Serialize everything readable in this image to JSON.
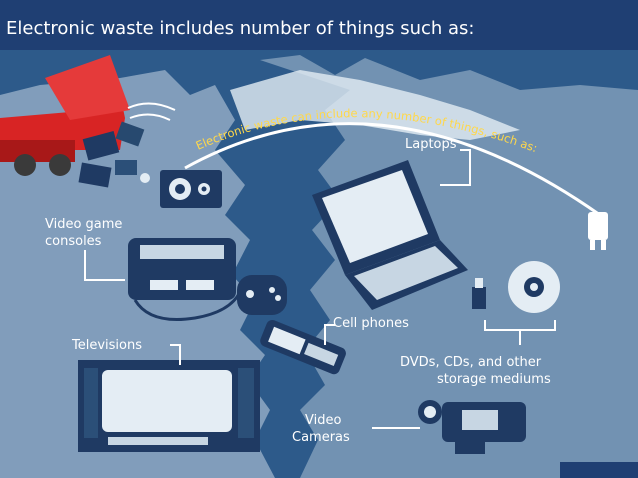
{
  "slide": {
    "title": "Electronic waste includes number of things such as:"
  },
  "illustration": {
    "banner": "Electronic waste can include any number of things, such as:",
    "labels": {
      "laptops": "Laptops",
      "consoles_line1": "Video game",
      "consoles_line2": "consoles",
      "televisions": "Televisions",
      "cell_phones": "Cell phones",
      "storage_line1": "DVDs, CDs, and other",
      "storage_line2": "storage mediums",
      "cameras_line1": "Video",
      "cameras_line2": "Cameras"
    }
  },
  "colors": {
    "title_bar": "#1f3f73",
    "sea": "#2d5a8a",
    "paper": "#c7d6e3",
    "device": "#1f3a63",
    "truck": "#d82424",
    "banner_text": "#ffd84a"
  }
}
